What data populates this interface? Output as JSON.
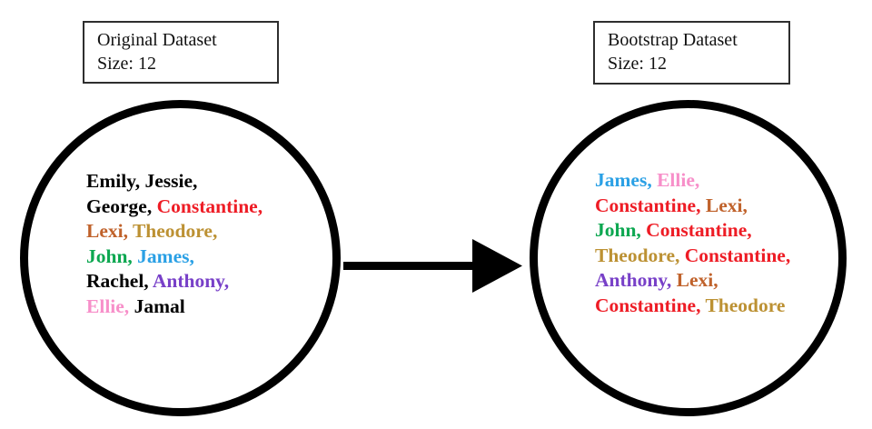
{
  "left_label": {
    "title": "Original Dataset",
    "size": "Size: 12"
  },
  "right_label": {
    "title": "Bootstrap Dataset",
    "size": "Size: 12"
  },
  "palette": {
    "black": "#000000",
    "red": "#EE1C25",
    "orange": "#C0622B",
    "gold": "#BC9133",
    "green": "#0CA750",
    "blue": "#2AA0E5",
    "purple": "#7840C8",
    "pink": "#F78FC9",
    "arrow": "#000000",
    "circle_stroke": "#000000"
  },
  "original_circle": {
    "lines": [
      [
        {
          "text": "Emily,",
          "color": "black"
        },
        {
          "text": "Jessie,",
          "color": "black"
        }
      ],
      [
        {
          "text": "George,",
          "color": "black"
        },
        {
          "text": "Constantine,",
          "color": "red"
        }
      ],
      [
        {
          "text": "Lexi,",
          "color": "orange"
        },
        {
          "text": "Theodore,",
          "color": "gold"
        }
      ],
      [
        {
          "text": "John,",
          "color": "green"
        },
        {
          "text": "James,",
          "color": "blue"
        }
      ],
      [
        {
          "text": "Rachel,",
          "color": "black"
        },
        {
          "text": "Anthony,",
          "color": "purple"
        }
      ],
      [
        {
          "text": "Ellie,",
          "color": "pink"
        },
        {
          "text": "Jamal",
          "color": "black"
        }
      ]
    ]
  },
  "bootstrap_circle": {
    "lines": [
      [
        {
          "text": "James,",
          "color": "blue"
        },
        {
          "text": "Ellie,",
          "color": "pink"
        }
      ],
      [
        {
          "text": "Constantine,",
          "color": "red"
        },
        {
          "text": "Lexi,",
          "color": "orange"
        }
      ],
      [
        {
          "text": "John,",
          "color": "green"
        },
        {
          "text": "Constantine,",
          "color": "red"
        }
      ],
      [
        {
          "text": "Theodore,",
          "color": "gold"
        },
        {
          "text": "Constantine,",
          "color": "red"
        }
      ],
      [
        {
          "text": "Anthony,",
          "color": "purple"
        },
        {
          "text": "Lexi,",
          "color": "orange"
        }
      ],
      [
        {
          "text": "Constantine,",
          "color": "red"
        },
        {
          "text": "Theodore",
          "color": "gold"
        }
      ]
    ]
  }
}
